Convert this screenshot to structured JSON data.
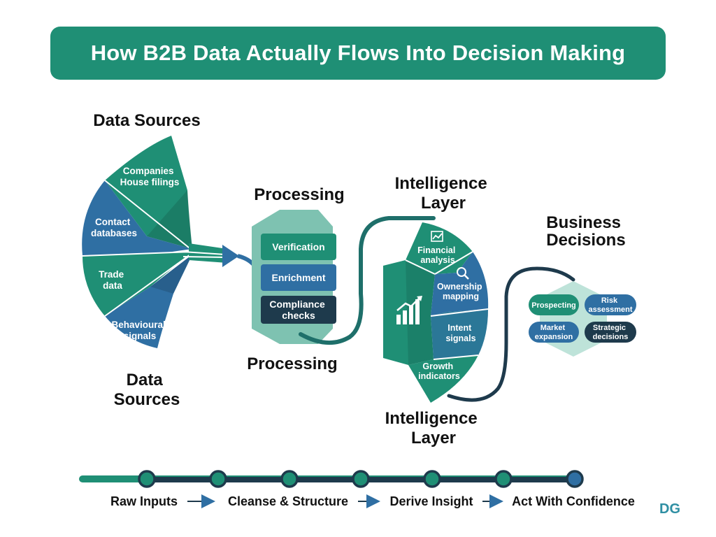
{
  "title": "How B2B Data Actually Flows Into Decision Making",
  "sources": {
    "heading": "Data Sources",
    "heading_bottom": "Data Sources",
    "items": [
      {
        "line1": "Companies",
        "line2": "House filings"
      },
      {
        "line1": "Contact",
        "line2": "databases"
      },
      {
        "line1": "Trade",
        "line2": "data"
      },
      {
        "line1": "Behavioural",
        "line2": "signals"
      }
    ]
  },
  "processing": {
    "heading": "Processing",
    "heading_bottom": "Processing",
    "items": [
      {
        "line1": "Verification",
        "line2": ""
      },
      {
        "line1": "Enrichment",
        "line2": ""
      },
      {
        "line1": "Compliance",
        "line2": "checks"
      }
    ]
  },
  "intelligence": {
    "heading_line1": "Intelligence",
    "heading_line2": "Layer",
    "items": [
      {
        "line1": "Financial",
        "line2": "analysis",
        "icon": "line-chart-icon"
      },
      {
        "line1": "Ownership",
        "line2": "mapping",
        "icon": "magnifier-icon"
      },
      {
        "line1": "Intent",
        "line2": "signals",
        "icon": ""
      },
      {
        "line1": "Growth",
        "line2": "indicators",
        "icon": ""
      }
    ],
    "center_icon": "bar-chart-growth-icon"
  },
  "decisions": {
    "heading_line1": "Business",
    "heading_line2": "Decisions",
    "items": [
      {
        "line1": "Prospecting",
        "line2": ""
      },
      {
        "line1": "Risk",
        "line2": "assessment"
      },
      {
        "line1": "Market",
        "line2": "expansion"
      },
      {
        "line1": "Strategic",
        "line2": "decisions"
      }
    ]
  },
  "timeline": {
    "steps": [
      "Raw Inputs",
      "Cleanse & Structure",
      "Derive Insight",
      "Act With Confidence"
    ],
    "node_count": 7
  },
  "colors": {
    "green": "#1f8f75",
    "blue": "#2f6fa3",
    "navy": "#1e3a4c",
    "teal_light": "#7ec2b1"
  },
  "logo": "DG"
}
